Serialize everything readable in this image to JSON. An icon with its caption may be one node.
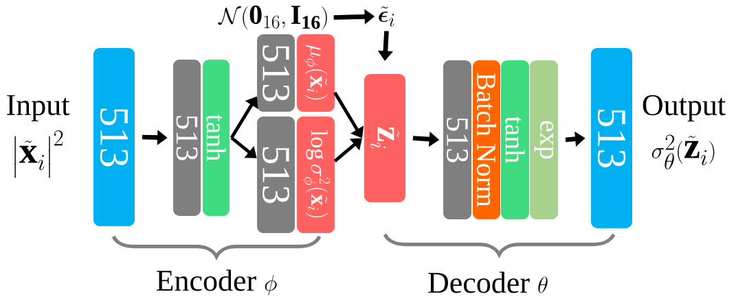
{
  "diagram": {
    "nodes": [
      {
        "text": [
          "513"
        ],
        "beside": [
          "Input",
          "\\left|\\tilde{\\mathbf{x}}_i\\right|^2"
        ]
      },
      {
        "text": [
          "513"
        ]
      },
      {
        "text": [
          "tanh"
        ]
      },
      {
        "text": [
          "513"
        ]
      },
      {
        "text": [
          "\\mu_\\phi(\\tilde{\\mathbf{x}}_i)"
        ]
      },
      {
        "text": [
          "513"
        ]
      },
      {
        "text": [
          "\\log\\sigma^2_\\phi(\\tilde{\\mathbf{x}}_i)"
        ]
      },
      {
        "text": [
          "\\mathcal{N}(\\mathbf{0}_{16},\\mathbf{I}_{\\mathbf{16}})"
        ]
      },
      {
        "text": [
          "\\tilde{\\bm{\\epsilon}}_i"
        ]
      },
      {
        "text": [
          "\\tilde{\\mathbf{z}}_i"
        ]
      },
      {
        "text": [
          "513"
        ]
      },
      {
        "text": [
          "Batch Norm"
        ]
      },
      {
        "text": [
          "tanh"
        ]
      },
      {
        "text": [
          "exp"
        ]
      },
      {
        "text": [
          "513"
        ],
        "beside": [
          "Output",
          "\\sigma^2_\\theta(\\tilde{\\mathbf{z}}_i)"
        ]
      }
    ],
    "edges": [
      {
        "from": 0,
        "to": 1,
        "arrow": "to"
      },
      {
        "from": 2,
        "to": 3,
        "arrow": "to"
      },
      {
        "from": 2,
        "to": 5,
        "arrow": "to"
      },
      {
        "from": 4,
        "to": 9,
        "arrow": "to"
      },
      {
        "from": 6,
        "to": 9,
        "arrow": "to"
      },
      {
        "from": 7,
        "to": 8,
        "arrow": "to"
      },
      {
        "from": 8,
        "to": 9,
        "arrow": "to"
      },
      {
        "from": 9,
        "to": 10,
        "arrow": "to"
      },
      {
        "from": 13,
        "to": 14,
        "arrow": "to"
      }
    ],
    "labels": [
      "Encoder",
      "\\phi",
      "Decoder",
      "\\theta"
    ]
  }
}
